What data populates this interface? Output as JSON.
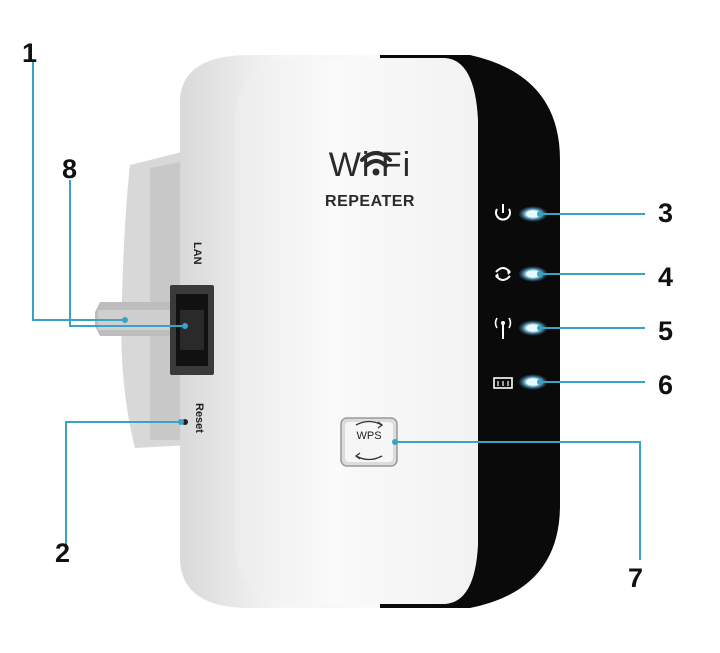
{
  "device": {
    "brand_line1": "Wi Fi",
    "brand_line2": "REPEATER",
    "port_label": "LAN",
    "reset_label": "Reset",
    "button_label": "WPS"
  },
  "callouts": [
    {
      "number": "1",
      "target": "plug-prong"
    },
    {
      "number": "2",
      "target": "reset-hole"
    },
    {
      "number": "3",
      "target": "power-led"
    },
    {
      "number": "4",
      "target": "sync-led"
    },
    {
      "number": "5",
      "target": "wireless-led"
    },
    {
      "number": "6",
      "target": "lan-led"
    },
    {
      "number": "7",
      "target": "wps-button"
    },
    {
      "number": "8",
      "target": "lan-port"
    }
  ],
  "icons": {
    "power": "power-icon",
    "sync": "sync-icon",
    "wireless": "antenna-icon",
    "lan": "ethernet-icon"
  },
  "colors": {
    "leader_line": "#39a3c6",
    "led_glow": "#7fd6ff",
    "body_white": "#f4f4f4",
    "face_black": "#0a0a0a"
  }
}
